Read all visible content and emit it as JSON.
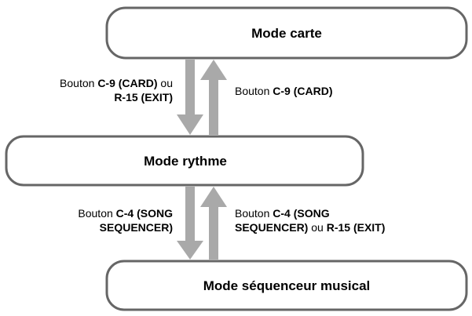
{
  "colors": {
    "box_border": "#666666",
    "arrow": "#a9a9a9",
    "text": "#000000"
  },
  "modes": {
    "card": "Mode carte",
    "rhythm": "Mode rythme",
    "sequencer": "Mode séquenceur musical"
  },
  "transitions": {
    "rhythm_to_card": {
      "prefix": "Bouton ",
      "button": "C-9 (CARD)"
    },
    "card_to_rhythm": {
      "prefix": "Bouton ",
      "button": "C-9 (CARD)",
      "connector": " ou",
      "alt_button": "R-15 (EXIT)"
    },
    "rhythm_to_sequencer": {
      "prefix": "Bouton ",
      "button_line1": "C-4 (SONG",
      "button_line2": "SEQUENCER)"
    },
    "sequencer_to_rhythm": {
      "prefix": "Bouton ",
      "button_line1": "C-4 (SONG",
      "button_line2": "SEQUENCER)",
      "connector": " ou ",
      "alt_button": "R-15 (EXIT)"
    }
  }
}
